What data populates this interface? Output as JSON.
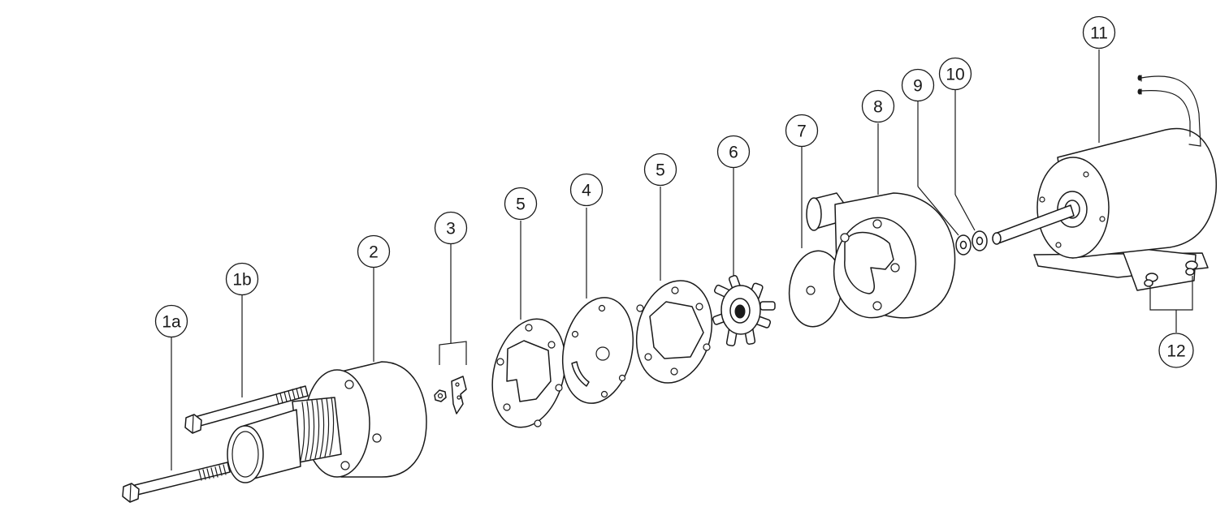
{
  "callouts": [
    {
      "id": "1a",
      "label": "1a"
    },
    {
      "id": "1b",
      "label": "1b"
    },
    {
      "id": "2",
      "label": "2"
    },
    {
      "id": "3",
      "label": "3"
    },
    {
      "id": "5-left",
      "label": "5"
    },
    {
      "id": "4",
      "label": "4"
    },
    {
      "id": "5-right",
      "label": "5"
    },
    {
      "id": "6",
      "label": "6"
    },
    {
      "id": "7",
      "label": "7"
    },
    {
      "id": "8",
      "label": "8"
    },
    {
      "id": "9",
      "label": "9"
    },
    {
      "id": "10",
      "label": "10"
    },
    {
      "id": "11",
      "label": "11"
    },
    {
      "id": "12",
      "label": "12"
    }
  ]
}
